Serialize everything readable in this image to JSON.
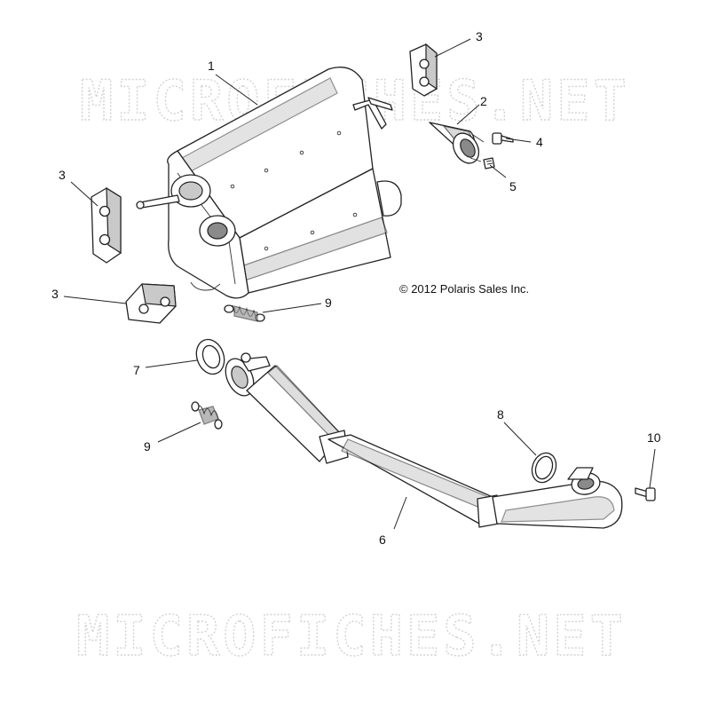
{
  "watermarks": [
    "MICROFICHES.NET",
    "MICROFICHES.NET"
  ],
  "copyright": "© 2012 Polaris Sales Inc.",
  "callouts": {
    "muffler": "1",
    "spark_arrestor": "2",
    "isolator_top_right": "3",
    "isolator_left_upper": "3",
    "isolator_left_lower": "3",
    "screw": "4",
    "plug": "5",
    "head_pipe": "6",
    "gasket_exhaust": "7",
    "gasket_seal": "8",
    "spring_upper": "9",
    "spring_lower": "9",
    "bolt": "10"
  }
}
